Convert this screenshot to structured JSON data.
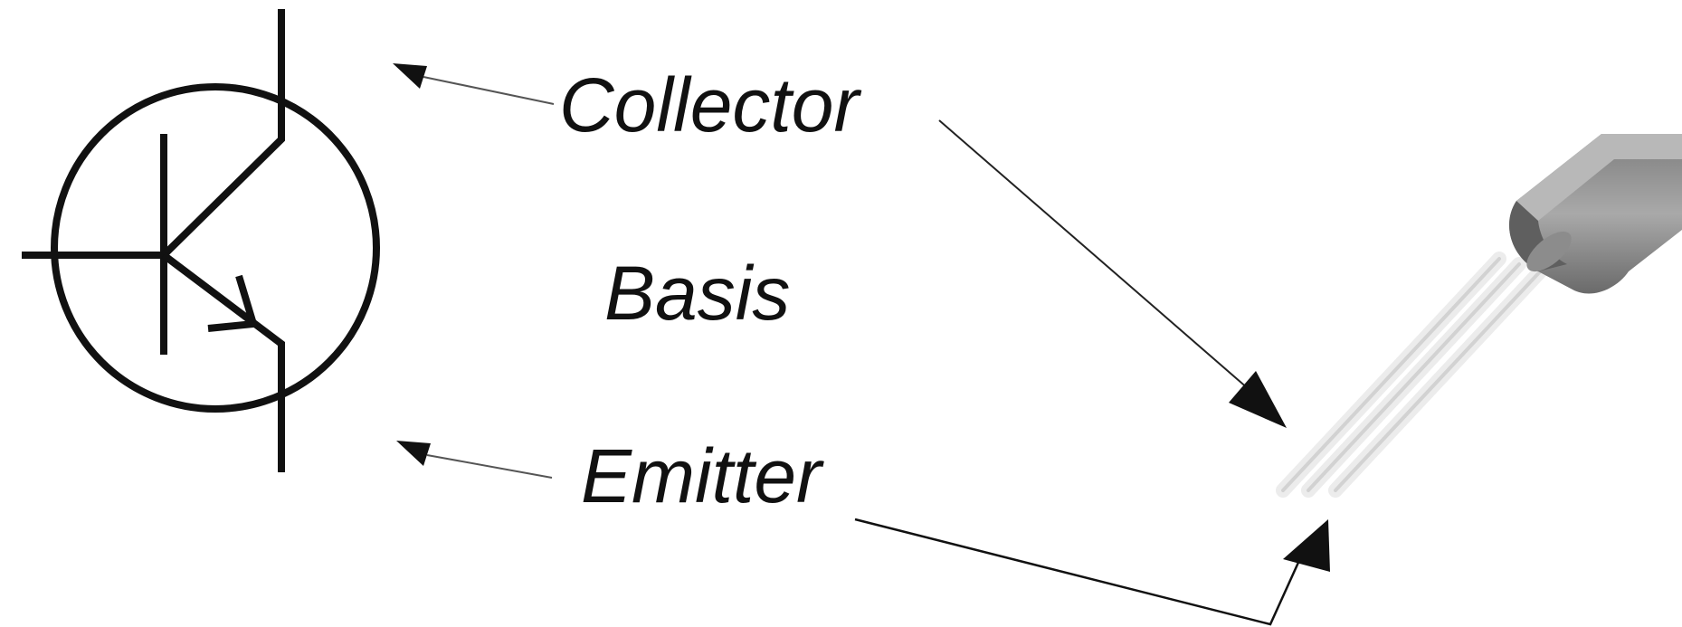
{
  "labels": {
    "collector": "Collector",
    "basis": "Basis",
    "emitter": "Emitter"
  },
  "colors": {
    "line": "#111111",
    "arrow": "#111111",
    "leader": "#555555",
    "package_body": "#9a9a9a",
    "package_dark": "#6f6f6f",
    "package_light": "#c8c8c8",
    "lead": "#e6e6e6"
  }
}
